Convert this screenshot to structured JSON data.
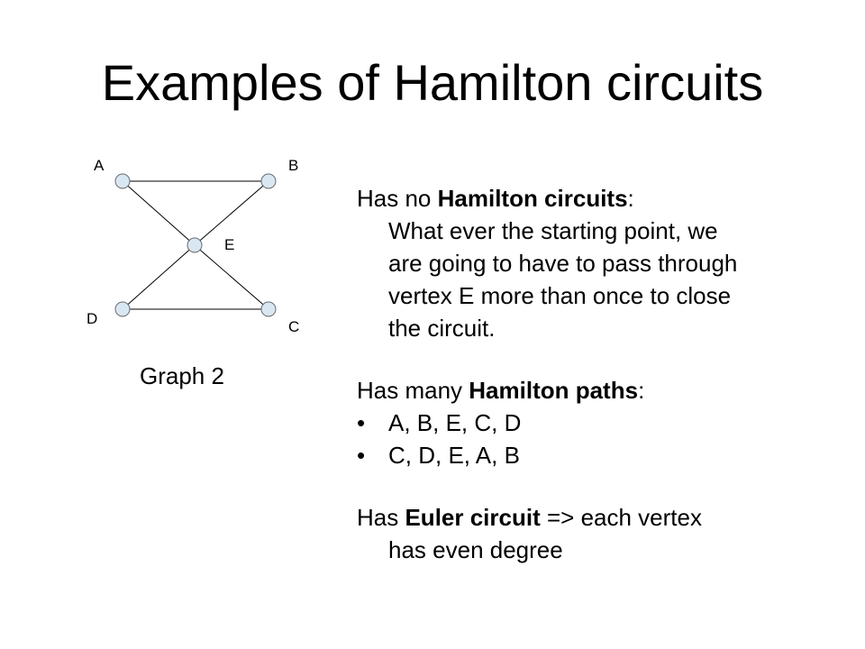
{
  "title": "Examples of Hamilton circuits",
  "graph": {
    "vertices": [
      "A",
      "B",
      "E",
      "D",
      "C"
    ],
    "edges": [
      [
        "A",
        "B"
      ],
      [
        "D",
        "C"
      ],
      [
        "A",
        "E"
      ],
      [
        "E",
        "C"
      ],
      [
        "B",
        "E"
      ],
      [
        "E",
        "D"
      ]
    ],
    "caption": "Graph 2",
    "node_color": "#d9e7f2",
    "edge_color": "#000000"
  },
  "circuits": {
    "lead": "Has no ",
    "term": "Hamilton circuits",
    "colon": ":",
    "explanation": [
      "What ever the starting point, we",
      "are going to have to pass through",
      "vertex E more than once to close",
      "the circuit."
    ]
  },
  "paths": {
    "lead": "Has many ",
    "term": "Hamilton paths",
    "colon": ":",
    "bullet_symbol": "•",
    "items": [
      "A, B, E, C, D",
      "C, D, E, A, B"
    ]
  },
  "euler": {
    "lead": "Has ",
    "term": "Euler circuit",
    "rest": " => each vertex",
    "continuation": "has even degree"
  }
}
